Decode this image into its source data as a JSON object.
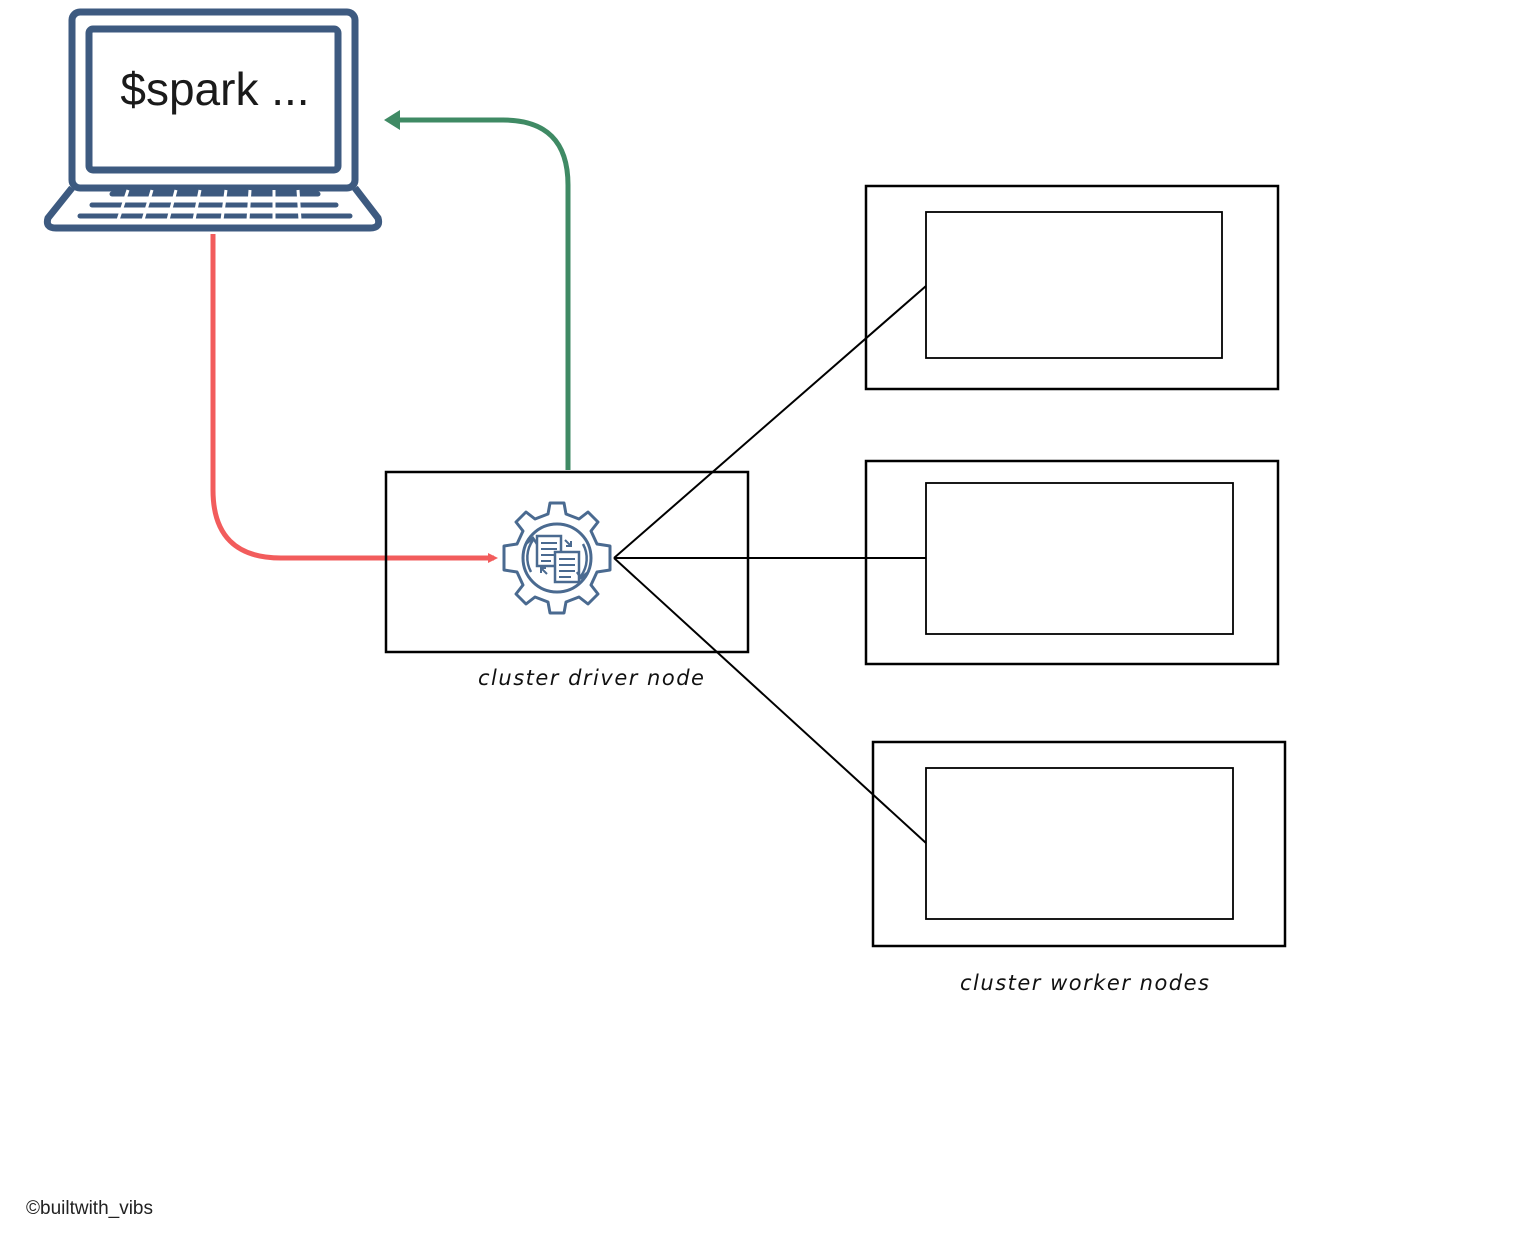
{
  "laptop": {
    "screen_text": "$spark ...",
    "color": "#3d5a80"
  },
  "driver": {
    "label": "cluster driver node",
    "icon": "gear-documents-icon",
    "icon_color": "#4a6a90"
  },
  "workers": {
    "label": "cluster worker nodes",
    "count": 3
  },
  "edges": {
    "submit_color": "#f25c5c",
    "result_color": "#3f8a64",
    "link_color": "#000000"
  },
  "credit": "©builtwith_vibs"
}
